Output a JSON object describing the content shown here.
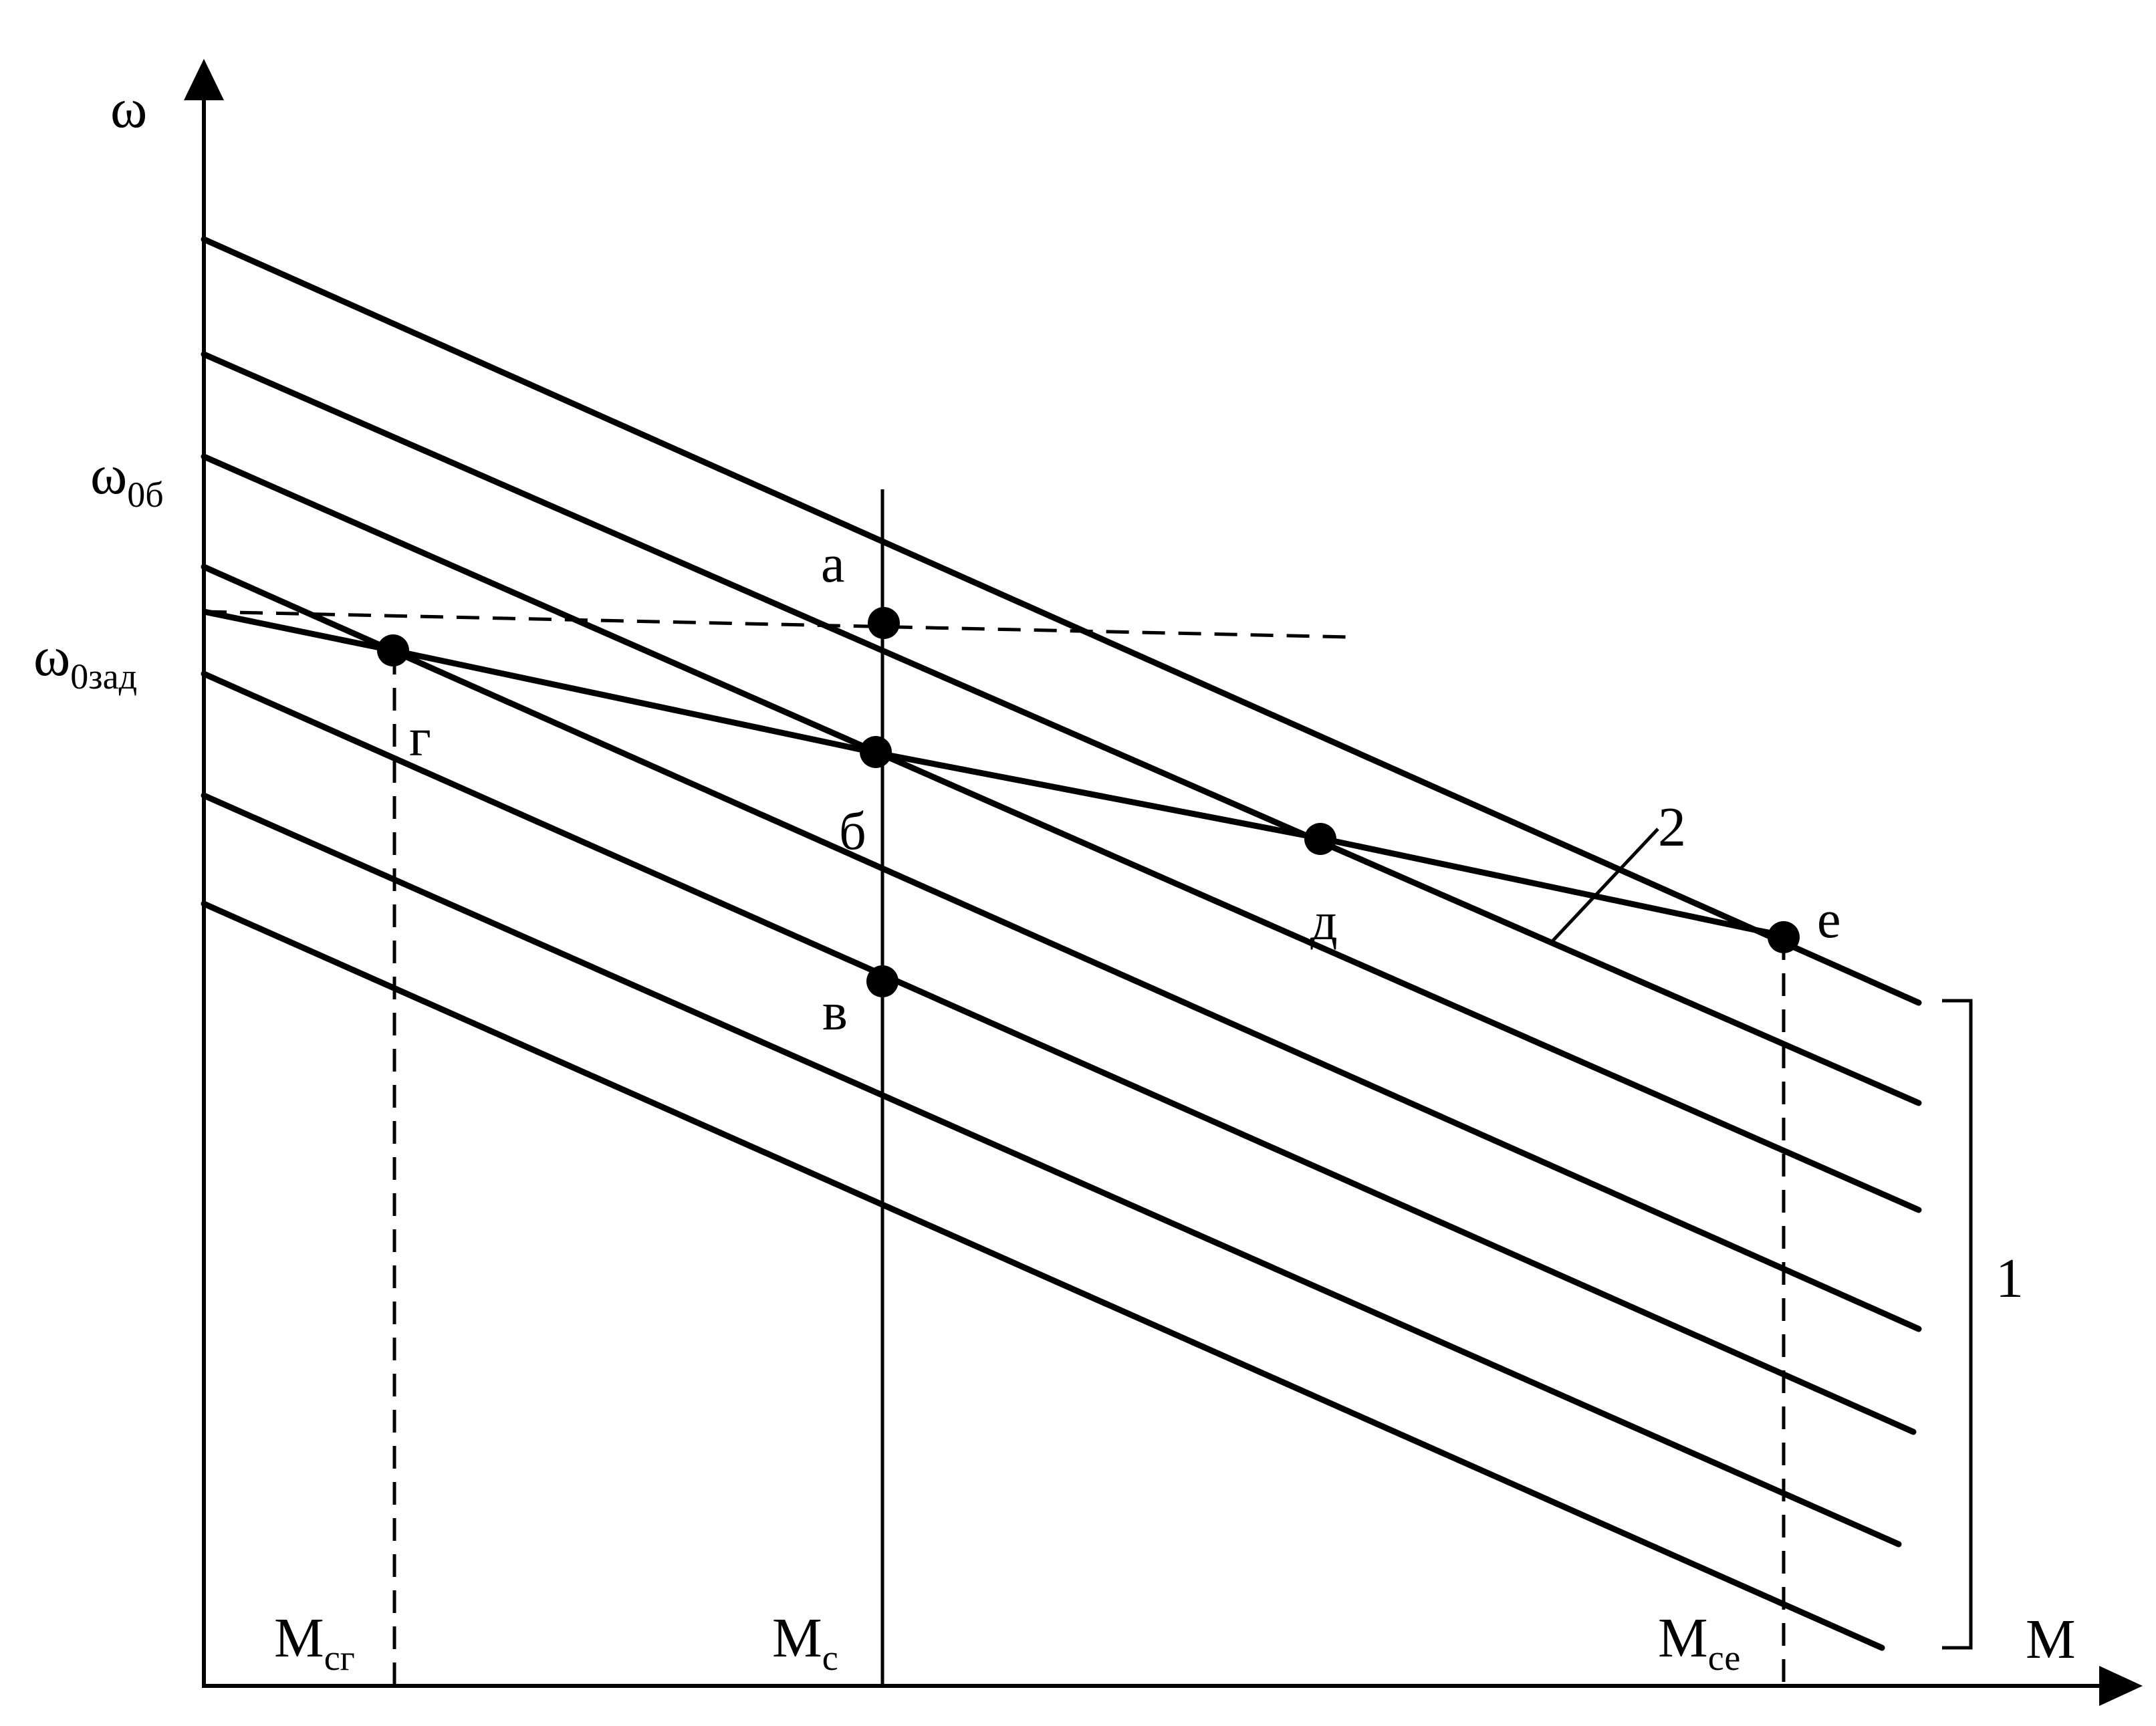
{
  "axes": {
    "y_label": "ω",
    "x_label": "M"
  },
  "y_ticks": [
    {
      "main": "ω",
      "sub": "0б"
    },
    {
      "main": "ω",
      "sub": "0зад"
    }
  ],
  "x_ticks": [
    {
      "main": "M",
      "sub": "сг"
    },
    {
      "main": "M",
      "sub": "с"
    },
    {
      "main": "M",
      "sub": "се"
    }
  ],
  "points": [
    "а",
    "б",
    "в",
    "г",
    "д",
    "е"
  ],
  "family_label": "1",
  "curve_label": "2",
  "colors": {
    "ink": "#000000",
    "background": "#ffffff"
  }
}
